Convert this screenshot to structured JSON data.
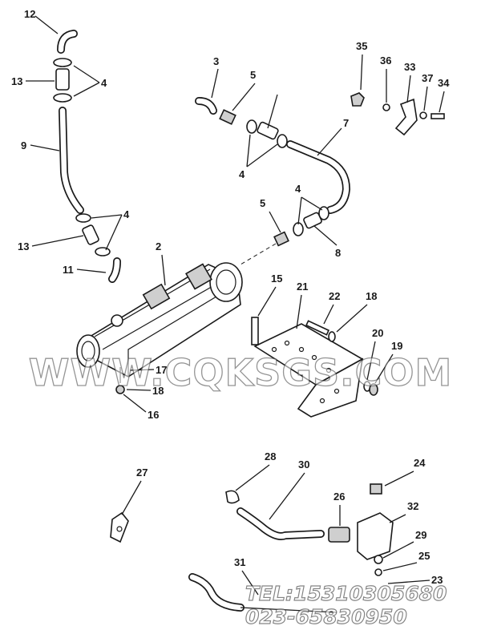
{
  "diagram": {
    "callouts": [
      "12",
      "13",
      "4",
      "9",
      "13",
      "4",
      "11",
      "2",
      "3",
      "5",
      "7",
      "4",
      "5",
      "4",
      "8",
      "35",
      "36",
      "33",
      "37",
      "34",
      "15",
      "21",
      "22",
      "18",
      "20",
      "19",
      "17",
      "18",
      "16",
      "27",
      "28",
      "30",
      "24",
      "26",
      "32",
      "29",
      "25",
      "31",
      "23"
    ]
  },
  "watermark": {
    "site": "WWW.CQKSGS.COM",
    "tel": "TEL:15310305680",
    "phone": "023-65830950"
  }
}
